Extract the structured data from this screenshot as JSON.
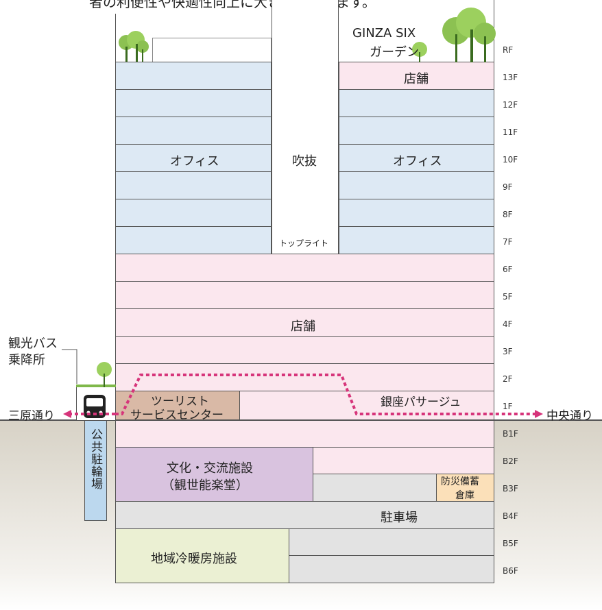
{
  "header_text": "者の利便性や快適性向上に大きく貢献します。",
  "floors": [
    "RF",
    "13F",
    "12F",
    "11F",
    "10F",
    "9F",
    "8F",
    "7F",
    "6F",
    "5F",
    "4F",
    "3F",
    "2F",
    "1F",
    "B1F",
    "B2F",
    "B3F",
    "B4F",
    "B5F",
    "B6F"
  ],
  "labels": {
    "garden_line1": "GINZA SIX",
    "garden_line2": "ガーデン",
    "shop_13f": "店舗",
    "office_left": "オフィス",
    "atrium": "吹抜",
    "office_right": "オフィス",
    "toplight": "トップライト",
    "shop_main": "店舗",
    "bus_stop": "観光バス\n乗降所",
    "tourist_center_line1": "ツーリスト",
    "tourist_center_line2": "サービスセンター",
    "ginza_passage": "銀座パサージュ",
    "street_left": "三原通り",
    "street_right": "中央通り",
    "public_parking": "公共駐輪場",
    "culture_line1": "文化・交流施設",
    "culture_line2": "（観世能楽堂）",
    "disaster_line1": "防災備蓄",
    "disaster_line2": "倉庫",
    "parking": "駐車場",
    "heating": "地域冷暖房施設"
  },
  "colors": {
    "office": "#dde9f4",
    "shop": "#fbe7ee",
    "culture": "#d9c3df",
    "tourist": "#d9b9a6",
    "heating": "#ebf0d3",
    "disaster": "#fbe0b9",
    "parking": "#e3e3e3",
    "bike": "#bcd8ee",
    "route": "#d6347a"
  }
}
